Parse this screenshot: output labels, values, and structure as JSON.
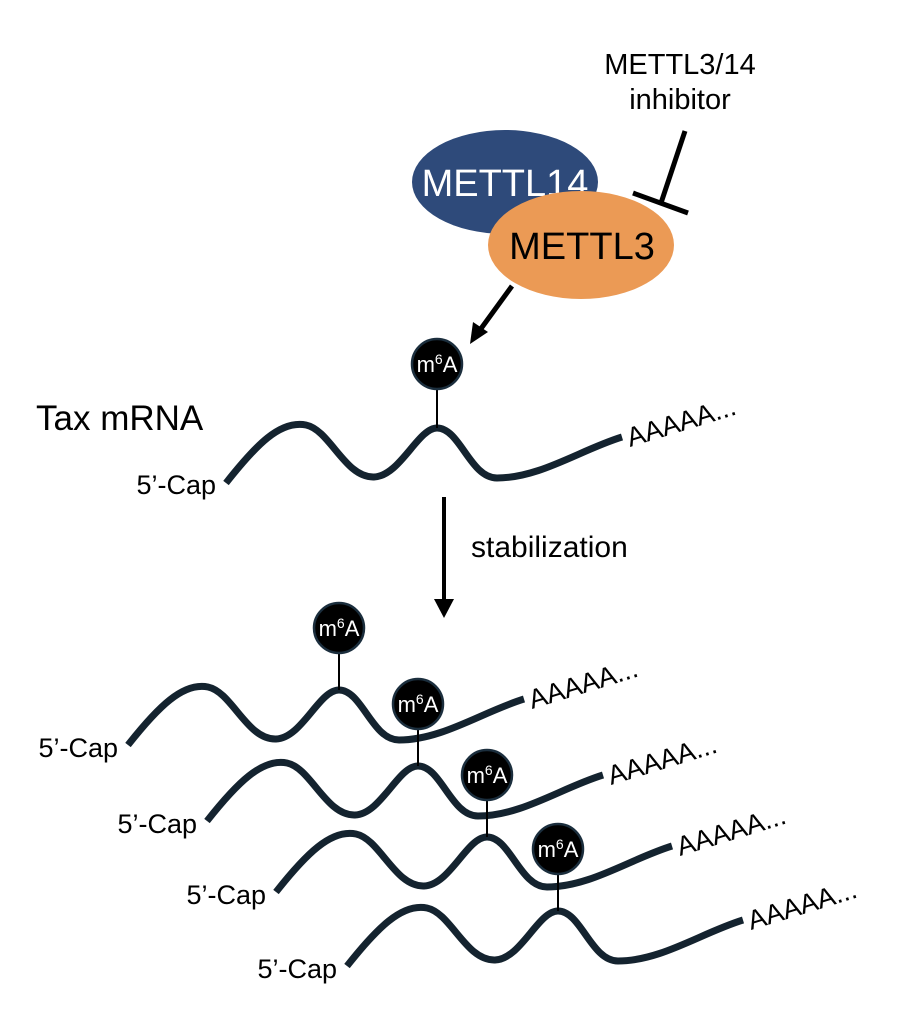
{
  "inhibitor": {
    "line1": "METTL3/14",
    "line2": "inhibitor"
  },
  "enzymes": {
    "mettl14": {
      "label": "METTL14",
      "color": "#2e4a7a",
      "text_color": "#ffffff"
    },
    "mettl3": {
      "label": "METTL3",
      "color": "#eb9a55",
      "text_color": "#000000"
    }
  },
  "modification": {
    "base": "m",
    "superscript": "6",
    "suffix": "A"
  },
  "tax_mrna": {
    "title": "Tax mRNA",
    "cap_label": "5’-Cap",
    "polyA_label": "AAAAA..."
  },
  "process": {
    "label": "stabilization"
  },
  "stabilized_mrnas": [
    {
      "cap_label": "5’-Cap",
      "polyA_label": "AAAAA..."
    },
    {
      "cap_label": "5’-Cap",
      "polyA_label": "AAAAA..."
    },
    {
      "cap_label": "5’-Cap",
      "polyA_label": "AAAAA..."
    },
    {
      "cap_label": "5’-Cap",
      "polyA_label": "AAAAA..."
    }
  ],
  "colors": {
    "mrna_strand": "#14232f",
    "m6a_badge": "#000000"
  }
}
